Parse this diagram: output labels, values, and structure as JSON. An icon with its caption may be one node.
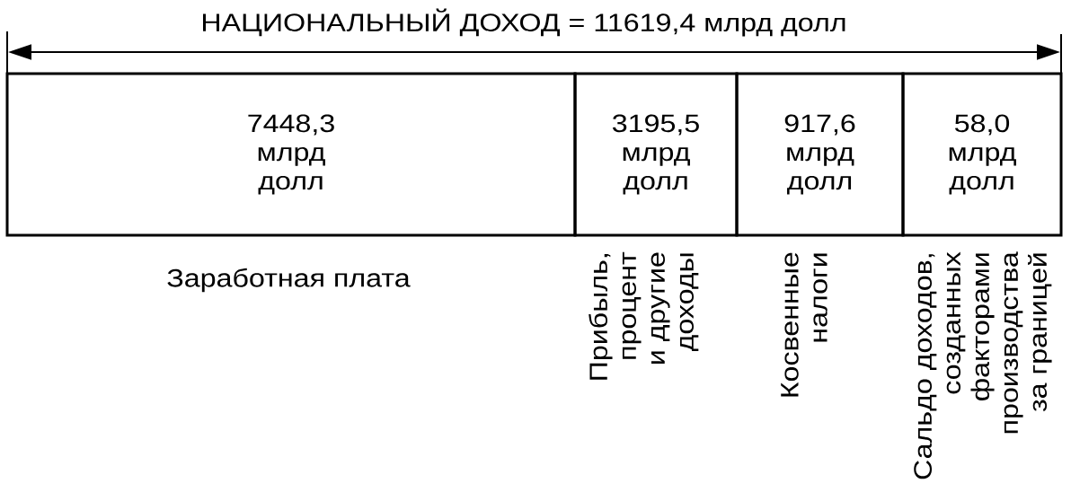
{
  "diagram": {
    "title": "НАЦИОНАЛЬНЫЙ ДОХОД = 11619,4 млрд долл",
    "nodes": [
      {
        "text": [
          "7448,3 млрд долл"
        ],
        "beside": [
          "Заработная плата"
        ]
      },
      {
        "text": [
          "3195,5 млрд долл"
        ],
        "beside": [
          "Прибыль, процент и другие доходы"
        ]
      },
      {
        "text": [
          "917,6 млрд долл"
        ],
        "beside": [
          "Косвенные налоги"
        ]
      },
      {
        "text": [
          "58,0 млрд долл"
        ],
        "beside": [
          "Сальдо доходов, созданных факторами производства за границей"
        ]
      }
    ]
  }
}
